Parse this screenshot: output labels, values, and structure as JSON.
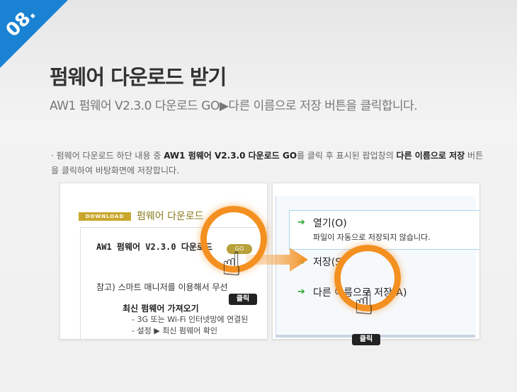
{
  "step": {
    "number": "08."
  },
  "header": {
    "title": "펌웨어 다운로드 받기",
    "subtitle": "AW1 펌웨어 V2.3.0 다운로드 GO▶다른 이름으로 저장 버튼을 클릭합니다."
  },
  "note": {
    "prefix": "· 펌웨어 다운로드 하단 내용 중 ",
    "bold1": "AW1 펌웨어 V2.3.0 다운로드 GO",
    "middle": "를 클릭 후 표시된 팝업창의 ",
    "bold2": "다른 이름으로 저장",
    "suffix": " 버튼을 클릭하여 바탕화면에 저장합니다."
  },
  "left_panel": {
    "badge": "DOWNLOAD",
    "heading": "펌웨어 다운로드",
    "firmware_line": "AW1 펌웨어 V2.3.0 다운로드",
    "go_label": "GO",
    "reference": "참고) 스마트 매니저를 이용해서 무선",
    "latest_title": "최신 펌웨어 가져오기",
    "latest_items": [
      "- 3G 또는 Wi-Fi 인터넷망에 연결된 ",
      "- 설정 ▶ 최신 펌웨어 확인"
    ],
    "click_label": "클릭"
  },
  "right_panel": {
    "open_label": "열기(O)",
    "open_desc": "파일이 자동으로 저장되지 않습니다.",
    "save_label": "저장(S)",
    "save_as_label": "다른 이름으로 저장(A)",
    "click_label": "클릭"
  },
  "colors": {
    "accent": "#1a82d2",
    "highlight": "#f39020",
    "badge": "#c9a72c"
  }
}
